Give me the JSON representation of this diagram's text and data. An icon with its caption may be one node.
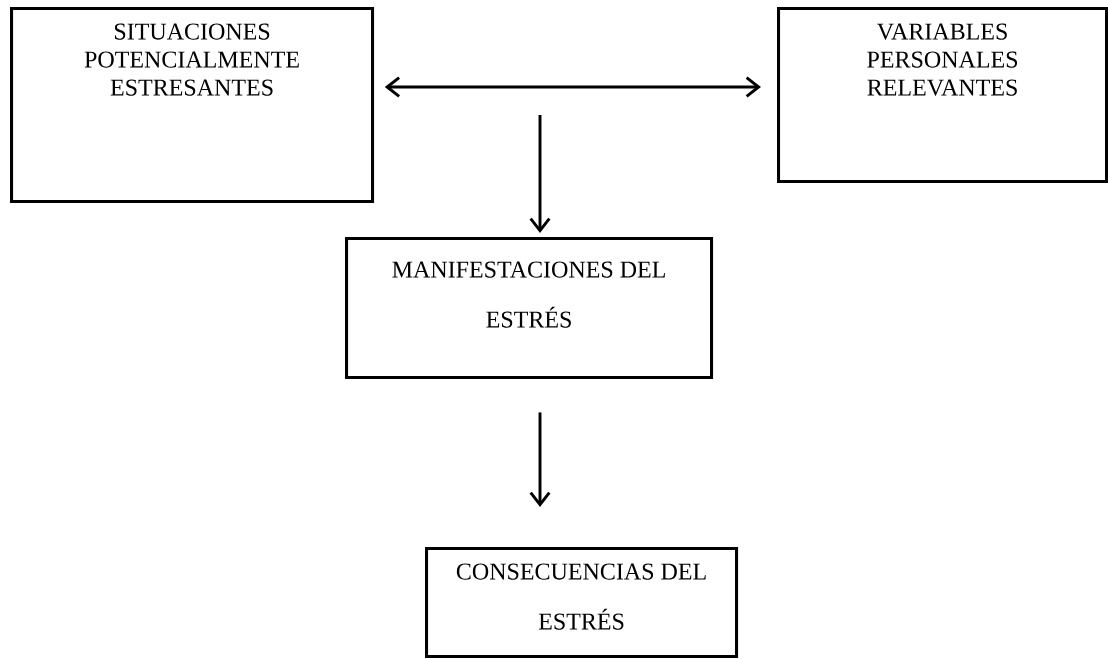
{
  "diagram": {
    "nodes": [
      {
        "text": [
          "SITUACIONES POTENCIALMENTE ESTRESANTES"
        ]
      },
      {
        "text": [
          "VARIABLES PERSONALES RELEVANTES"
        ]
      },
      {
        "text": [
          "MANIFESTACIONES DEL ESTRÉS"
        ]
      },
      {
        "text": [
          "CONSECUENCIAS DEL ESTRÉS"
        ]
      }
    ],
    "edges": [
      {
        "from": 0,
        "to": 1,
        "arrow": "both"
      },
      {
        "from": null,
        "to": 2,
        "arrow": "to"
      },
      {
        "from": 2,
        "to": 3,
        "arrow": "to"
      }
    ]
  }
}
